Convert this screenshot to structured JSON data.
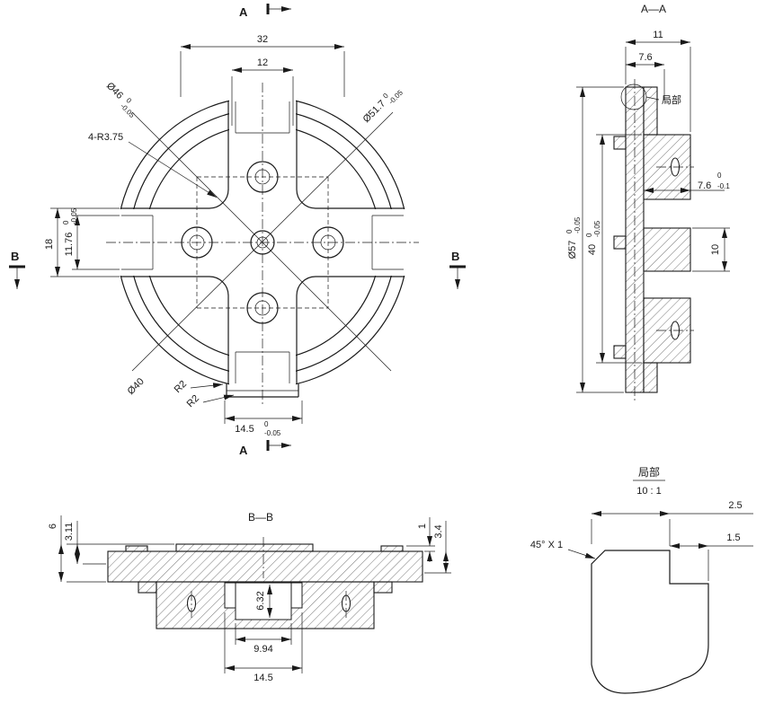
{
  "views": {
    "front": {
      "marker_a_top": "A",
      "marker_a_bottom": "A",
      "marker_b_left": "B",
      "marker_b_right": "B",
      "dims": {
        "d32": "32",
        "d12": "12",
        "d18": "18",
        "d1176": "11.76",
        "d1176_tol_top": "0",
        "d1176_tol_bot": "-0.05",
        "dia46": "Ø46",
        "dia46_tol_top": "0",
        "dia46_tol_bot": "-0.05",
        "dia517": "Ø51.7",
        "dia517_tol_top": "0",
        "dia517_tol_bot": "-0.05",
        "fillets": "4-R3.75",
        "dia40": "Ø40",
        "r2_left": "R2",
        "r2_right": "R2",
        "d145": "14.5",
        "d145_tol_top": "0",
        "d145_tol_bot": "-0.05"
      }
    },
    "section_aa": {
      "title": "A—A",
      "detail_callout": "局部",
      "dims": {
        "d11": "11",
        "d76_top": "7.6",
        "dia57": "Ø57",
        "dia57_tol_top": "0",
        "dia57_tol_bot": "-0.05",
        "d40": "40",
        "d40_tol_top": "0",
        "d40_tol_bot": "-0.05",
        "d76_right": "7.6",
        "d76_right_tol_top": "0",
        "d76_right_tol_bot": "-0.1",
        "d10": "10"
      }
    },
    "section_bb": {
      "title": "B—B",
      "dims": {
        "d6": "6",
        "d311": "3.11",
        "d1": "1",
        "d34": "3.4",
        "d632": "6.32",
        "d994": "9.94",
        "d145": "14.5"
      }
    },
    "detail": {
      "title": "局部",
      "scale": "10 : 1",
      "dims": {
        "d25": "2.5",
        "d15": "1.5",
        "chamfer": "45° X 1"
      }
    }
  }
}
